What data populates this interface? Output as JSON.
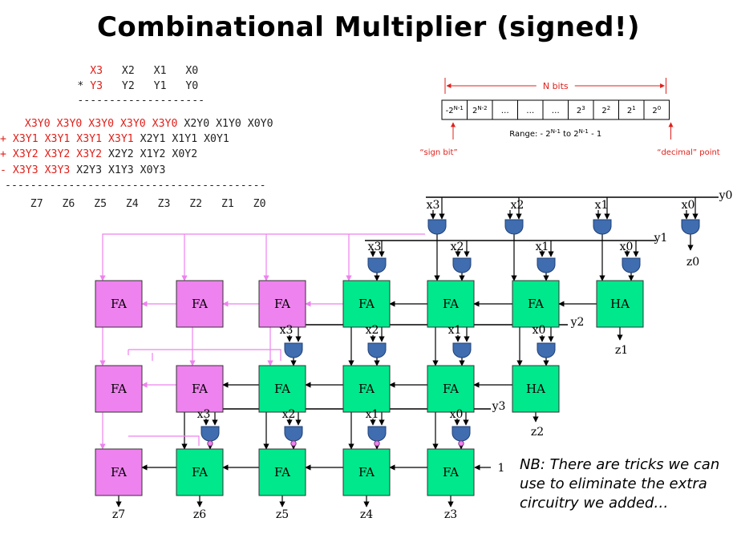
{
  "title": "Combinational Multiplier (signed!)",
  "multiplication": {
    "rows": [
      {
        "prefix": "",
        "red": [
          "X3"
        ],
        "black": [
          "X2",
          "X1",
          "X0"
        ]
      },
      {
        "prefix": "*",
        "red": [
          "Y3"
        ],
        "black": [
          "Y2",
          "Y1",
          "Y0"
        ]
      },
      {
        "prefix": "+",
        "red": [
          "X3Y1",
          "X3Y1",
          "X3Y1",
          "X3Y1"
        ],
        "black": [
          "X2Y1",
          "X1Y1",
          "X0Y1"
        ]
      },
      {
        "prefix": "+",
        "red": [
          "X3Y2",
          "X3Y2",
          "X3Y2"
        ],
        "black": [
          "X2Y2",
          "X1Y2",
          "X0Y2"
        ]
      },
      {
        "prefix": "-",
        "red": [
          "X3Y3",
          "X3Y3"
        ],
        "black": [
          "X2Y3",
          "X1Y3",
          "X0Y3"
        ]
      }
    ],
    "row_pp0": {
      "red": [
        "X3Y0",
        "X3Y0",
        "X3Y0",
        "X3Y0",
        "X3Y0"
      ],
      "black": [
        "X2Y0",
        "X1Y0",
        "X0Y0"
      ]
    },
    "result": [
      "Z7",
      "Z6",
      "Z5",
      "Z4",
      "Z3",
      "Z2",
      "Z1",
      "Z0"
    ],
    "lines": {
      "l1": "             X3   X2   X1   X0",
      "l2": "           * Y3   Y2   Y1   Y0",
      "sep1": "           --------------------",
      "pp0_red": "  X3Y0 X3Y0 X3Y0 X3Y0 X3Y0",
      "pp0_blk": " X2Y0 X1Y0 X0Y0",
      "pp1_red": "+ X3Y1 X3Y1 X3Y1 X3Y1",
      "pp1_blk": " X2Y1 X1Y1 X0Y1",
      "pp2_red": "+ X3Y2 X3Y2 X3Y2",
      "pp2_blk": " X2Y2 X1Y2 X0Y2",
      "pp3_red": "- X3Y3 X3Y3",
      "pp3_blk": " X2Y3 X1Y3 X0Y3",
      "sep2": "-----------------------------------------",
      "res": "    Z7   Z6   Z5   Z4   Z3   Z2   Z1   Z0",
      "l1_pre": "             ",
      "l1_red": "X3",
      "l1_blk": "   X2   X1   X0",
      "l2_pre": "           * ",
      "l2_red": "Y3",
      "l2_blk": "   Y2   Y1   Y0"
    }
  },
  "register": {
    "n_bits_label": "N bits",
    "cells": [
      "-2N-1",
      "2N-2",
      "...",
      "...",
      "...",
      "2³",
      "2²",
      "2¹",
      "2⁰"
    ],
    "cell_display": [
      {
        "base": "-2",
        "sup": "N-1"
      },
      {
        "base": "2",
        "sup": "N-2"
      },
      {
        "base": "…",
        "sup": ""
      },
      {
        "base": "…",
        "sup": ""
      },
      {
        "base": "…",
        "sup": ""
      },
      {
        "base": "2",
        "sup": "3"
      },
      {
        "base": "2",
        "sup": "2"
      },
      {
        "base": "2",
        "sup": "1"
      },
      {
        "base": "2",
        "sup": "0"
      }
    ],
    "range_label": "Range: - 2N-1 to 2N-1 - 1",
    "range_parts": {
      "a": "Range: - 2",
      "a_sup": "N-1",
      "b": " to 2",
      "b_sup": "N-1",
      "c": " - 1"
    },
    "sign_bit_label": "“sign bit”",
    "decimal_point_label": "“decimal” point"
  },
  "circuit": {
    "labels": {
      "x": [
        "x3",
        "x2",
        "x1",
        "x0"
      ],
      "y": [
        "y0",
        "y1",
        "y2",
        "y3"
      ],
      "z": [
        "z0",
        "z1",
        "z2",
        "z3",
        "z4",
        "z5",
        "z6",
        "z7"
      ],
      "fa": "FA",
      "ha": "HA",
      "carry_in_one": "1"
    },
    "colors": {
      "pink": "#ee82ee",
      "green": "#00e88c",
      "gate": "#3f6db0",
      "red": "#e0201a",
      "pink_line": "#ee82ee"
    }
  },
  "note": "NB: There are tricks we can use to eliminate the extra circuitry we added…"
}
